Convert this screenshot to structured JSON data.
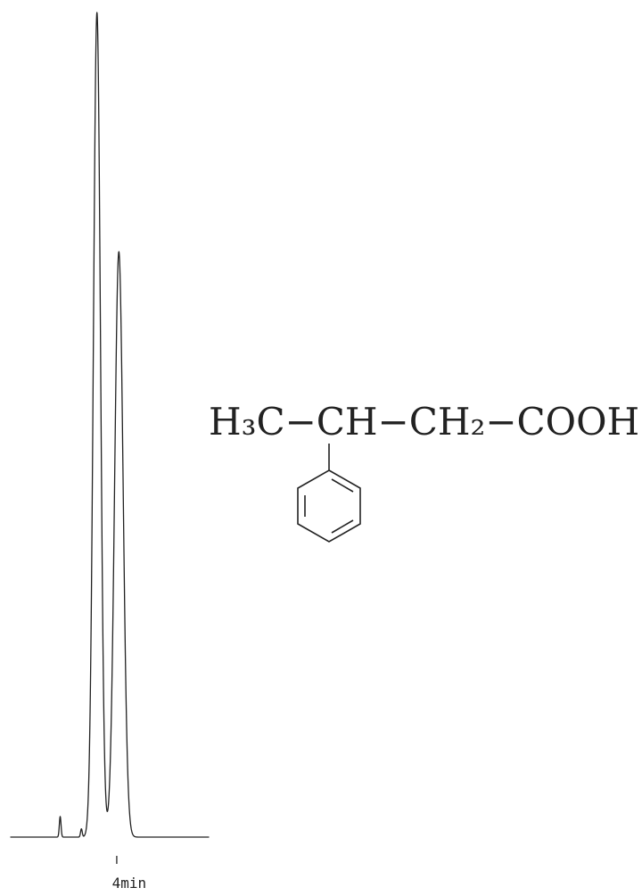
{
  "chart_data": {
    "type": "line",
    "x_tick_labels": [
      "4min"
    ],
    "x_ticks": [
      4.0
    ],
    "peaks": [
      {
        "retention_min": 3.72,
        "relative_height": 1.0
      },
      {
        "retention_min": 4.03,
        "relative_height": 0.71
      }
    ],
    "baseline_artifacts": [
      {
        "retention_min": 3.2,
        "relative_height": 0.025
      },
      {
        "retention_min": 3.5,
        "relative_height": 0.01
      }
    ],
    "x_range": [
      2.5,
      5.3
    ],
    "y_range": [
      0,
      1.0
    ],
    "grid": false
  },
  "compound": {
    "formula_text": "H₃C−CH−CH₂−COOH",
    "substituent": "phenyl"
  }
}
